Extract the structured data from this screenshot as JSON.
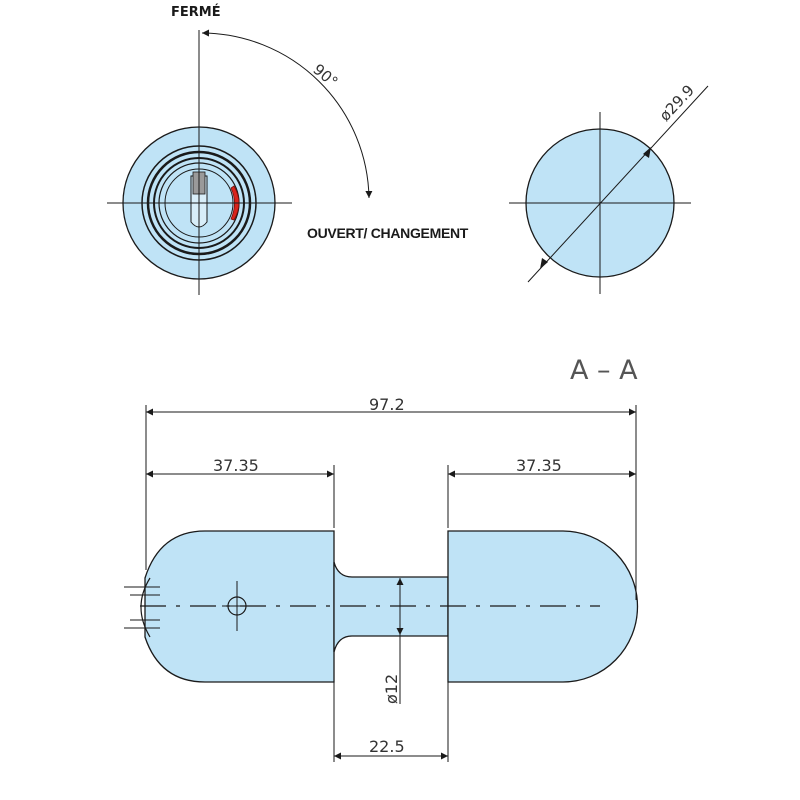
{
  "colors": {
    "part_fill": "#bfe3f6",
    "line": "#1a1a1a",
    "indicator": "#d9241c"
  },
  "top_left_view": {
    "closed_label": "FERMÉ",
    "angle_label": "90°",
    "open_label": "OUVERT/ CHANGEMENT"
  },
  "top_right_view": {
    "diameter_label": "ø29.9"
  },
  "section_view": {
    "title": "A – A",
    "overall_length": "97.2",
    "left_length": "37.35",
    "right_length": "37.35",
    "neck_diameter": "ø12",
    "neck_length": "22.5"
  }
}
